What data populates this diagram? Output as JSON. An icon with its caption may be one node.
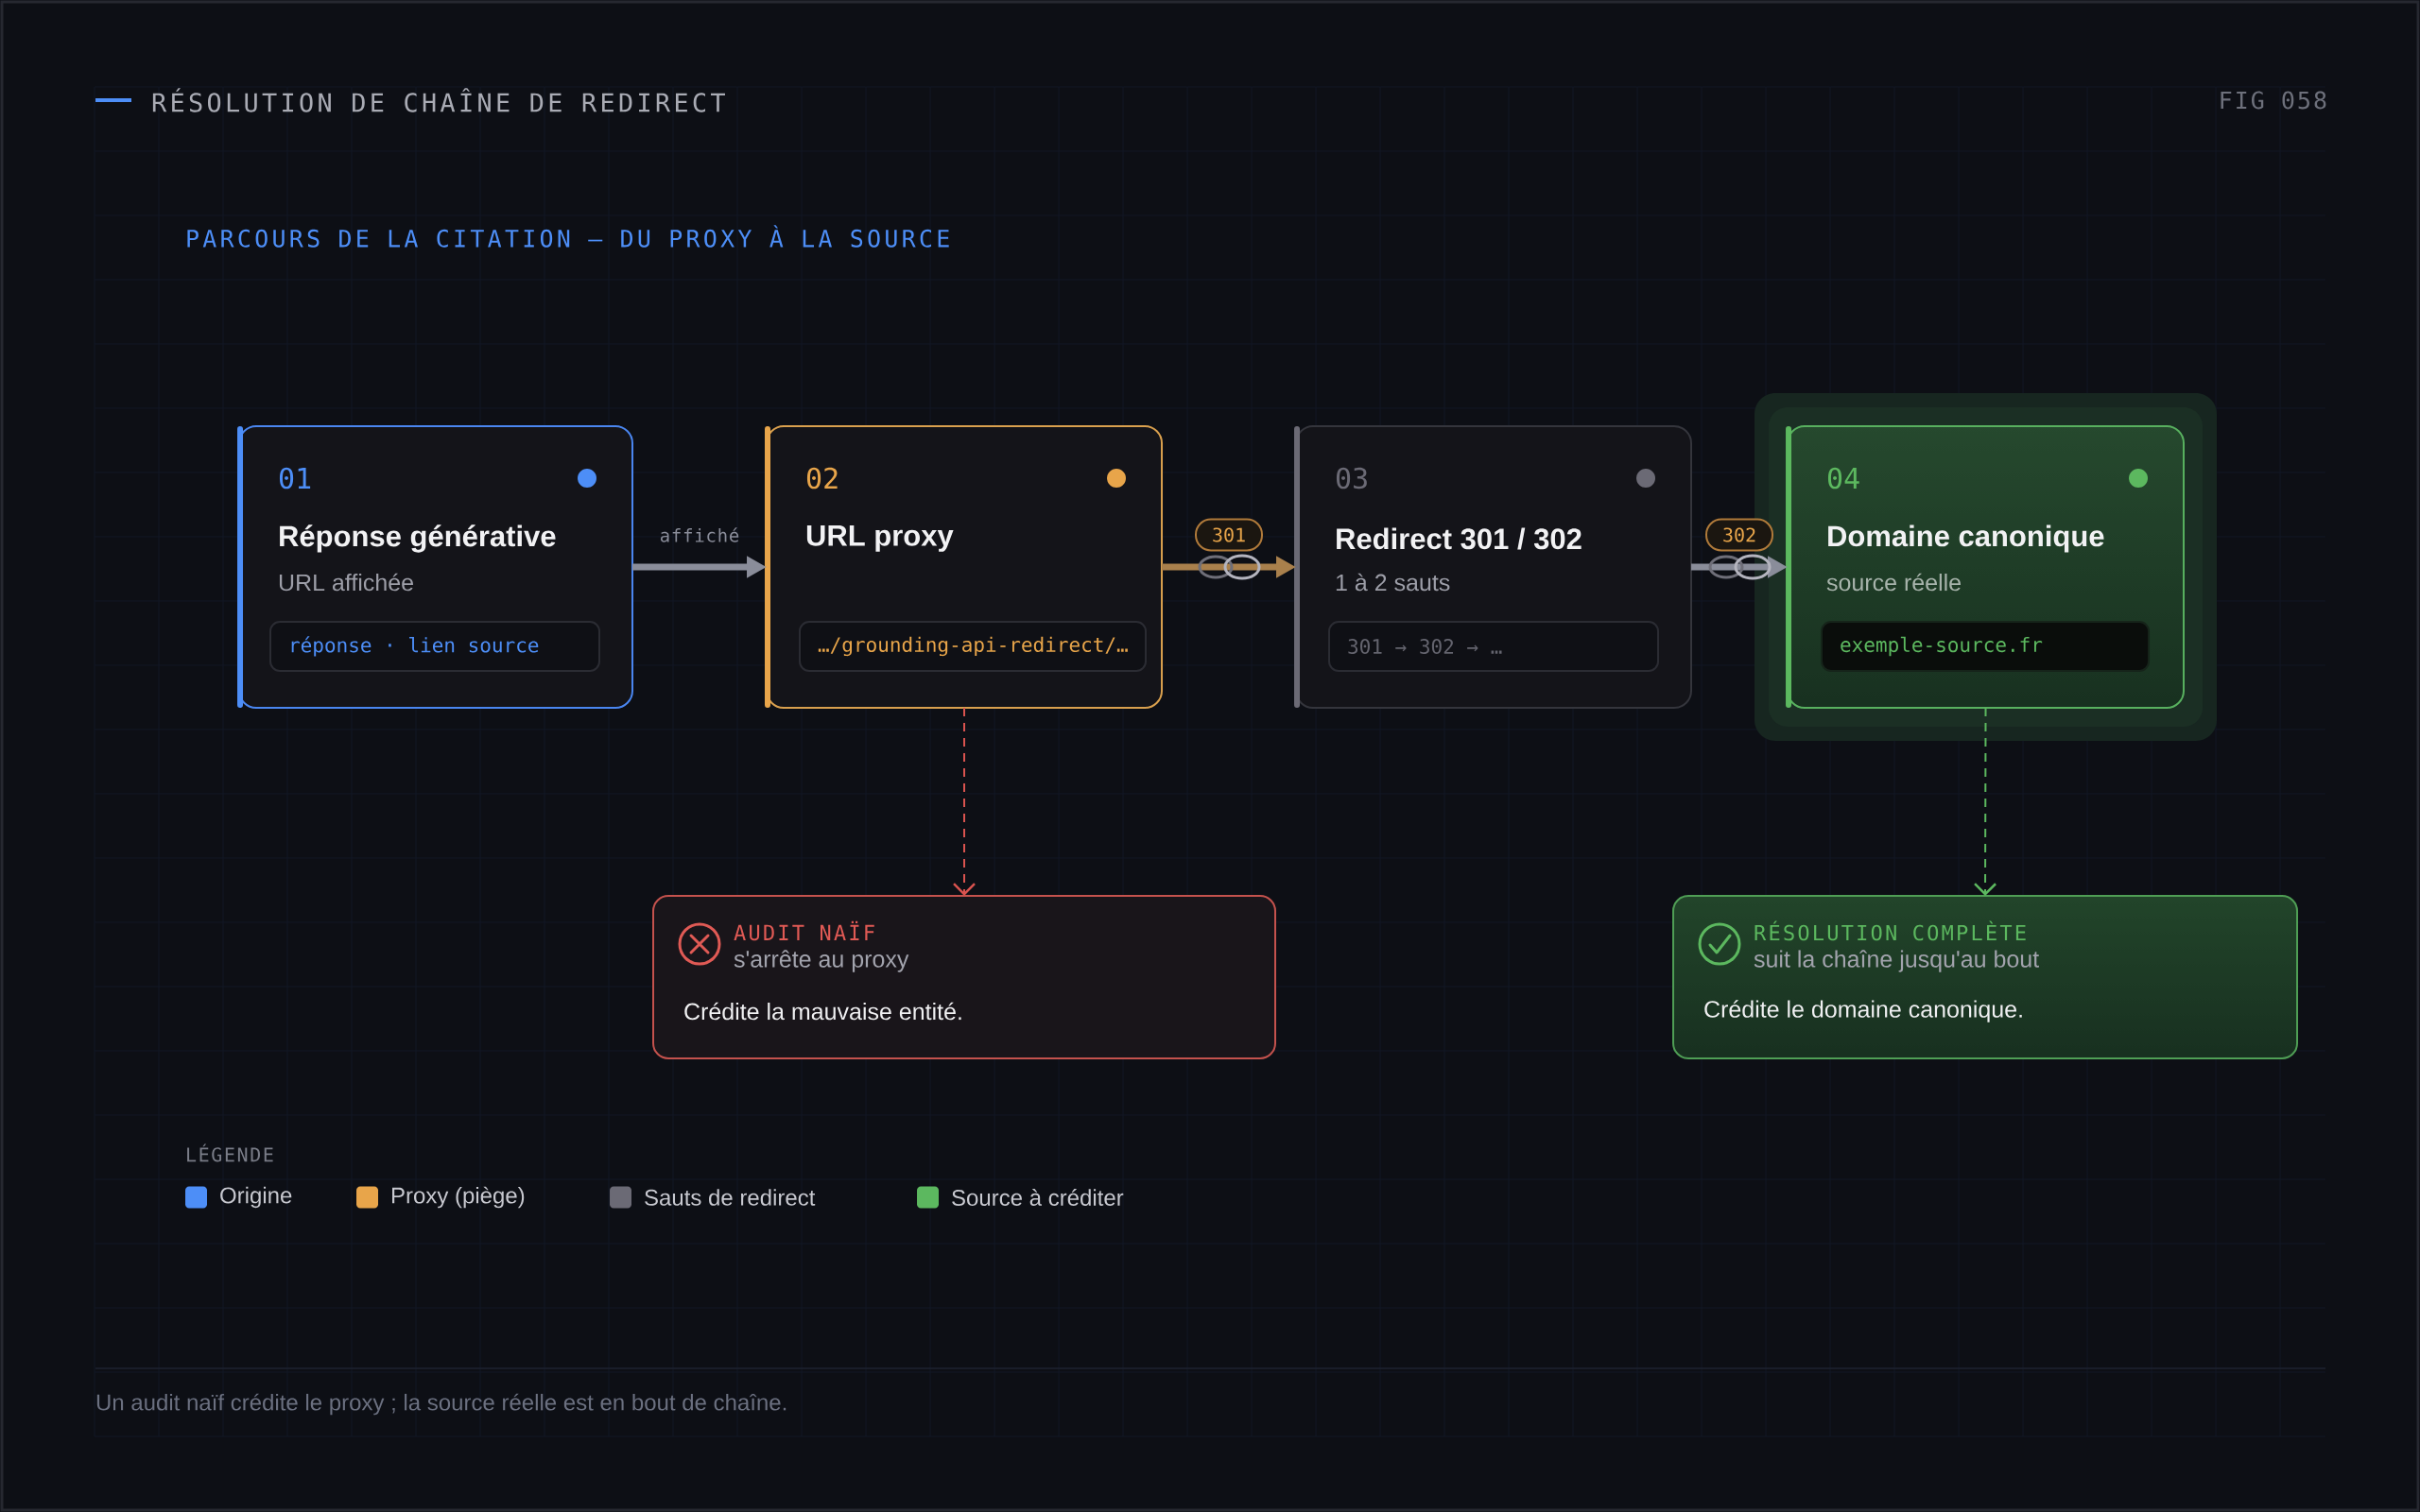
{
  "diagram": {
    "title": "RÉSOLUTION DE CHAÎNE DE REDIRECT",
    "caption": "Un audit naïf crédite le proxy ; la source réelle est en bout de chaîne.",
    "nodes": [
      {
        "text": [
          "01",
          "Réponse générative",
          "URL affichée"
        ]
      },
      {
        "text": [
          "réponse · lien source"
        ],
        "in": 0
      },
      {
        "text": [
          "02",
          "URL proxy"
        ]
      },
      {
        "text": [
          "…/grounding-api-redirect/…"
        ],
        "in": 2
      },
      {
        "text": [
          "03",
          "Redirect 301 / 302",
          "1 à 2 sauts"
        ]
      },
      {
        "text": [
          "301 → 302 → …"
        ],
        "in": 4
      },
      {
        "text": [
          "04",
          "Domaine canonique",
          "source réelle"
        ]
      },
      {
        "text": [
          "exemple-source.fr"
        ],
        "in": 6
      },
      {
        "text": [
          "AUDIT NAÏF",
          "s'arrête au proxy",
          "Crédite la mauvaise entité."
        ]
      },
      {
        "text": [
          "RÉSOLUTION COMPLÈTE",
          "suit la chaîne jusqu'au bout",
          "Crédite le domaine canonique."
        ]
      }
    ],
    "edges": [
      {
        "from": 0,
        "to": 2,
        "arrow": "to",
        "label": "affiché"
      },
      {
        "from": 2,
        "to": 4,
        "arrow": "to",
        "label": "301",
        "color": "#a9804c"
      },
      {
        "from": 4,
        "to": 6,
        "arrow": "to",
        "label": "302"
      },
      {
        "from": 2,
        "to": 8,
        "arrow": "to",
        "style": "dashed",
        "color": "#d9534f"
      },
      {
        "from": 6,
        "to": 9,
        "arrow": "to",
        "style": "dashed",
        "color": "#5cb85f"
      }
    ],
    "labels": [
      "FIG 058",
      "PARCOURS DE LA CITATION — DU PROXY À LA SOURCE",
      "LÉGENDE"
    ],
    "legend": [
      {
        "text": "Origine",
        "color": "#4d8ef7"
      },
      {
        "text": "Proxy (piège)",
        "color": "#e8a54a"
      },
      {
        "text": "Sauts de redirect",
        "color": "#6b6a75"
      },
      {
        "text": "Source à créditer",
        "color": "#5cb85f"
      }
    ]
  }
}
